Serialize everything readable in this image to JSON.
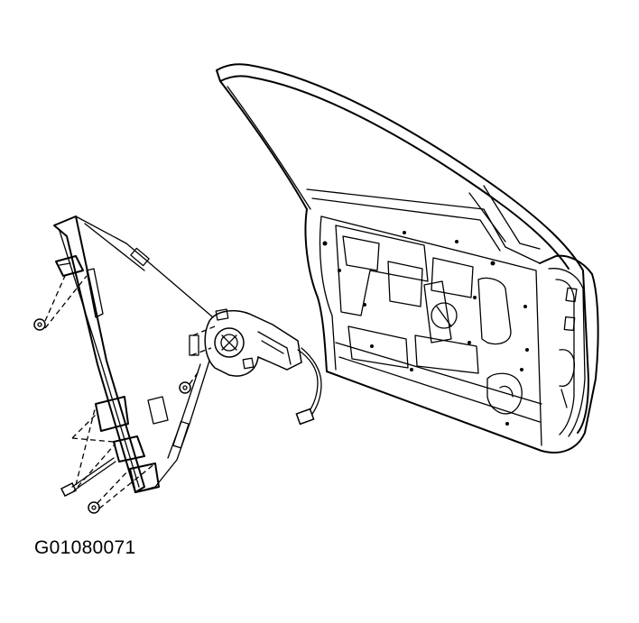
{
  "diagram": {
    "figure_code": "G01080071",
    "colors": {
      "line": "#000000",
      "background": "#ffffff"
    },
    "parts": [
      "door-shell",
      "window-regulator",
      "regulator-motor",
      "motor-connector",
      "mounting-bolt",
      "mounting-nuts"
    ]
  }
}
